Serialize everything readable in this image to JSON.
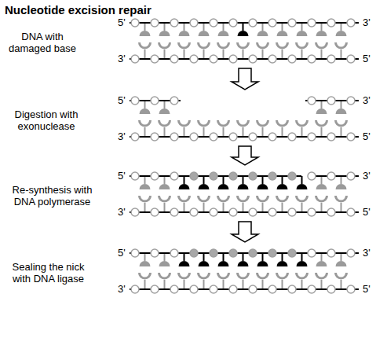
{
  "diagram": {
    "title": "Nucleotide excision repair",
    "labels": [
      "DNA with damaged base",
      "5'",
      "3'",
      "3'",
      "5'",
      "Digestion with exonuclease",
      "5'",
      "3'",
      "3'",
      "5'",
      "Re-synthesis with DNA polymerase",
      "5'",
      "3'",
      "3'",
      "5'",
      "Sealing the nick with DNA ligase",
      "5'",
      "3'",
      "3'",
      "5'"
    ]
  }
}
